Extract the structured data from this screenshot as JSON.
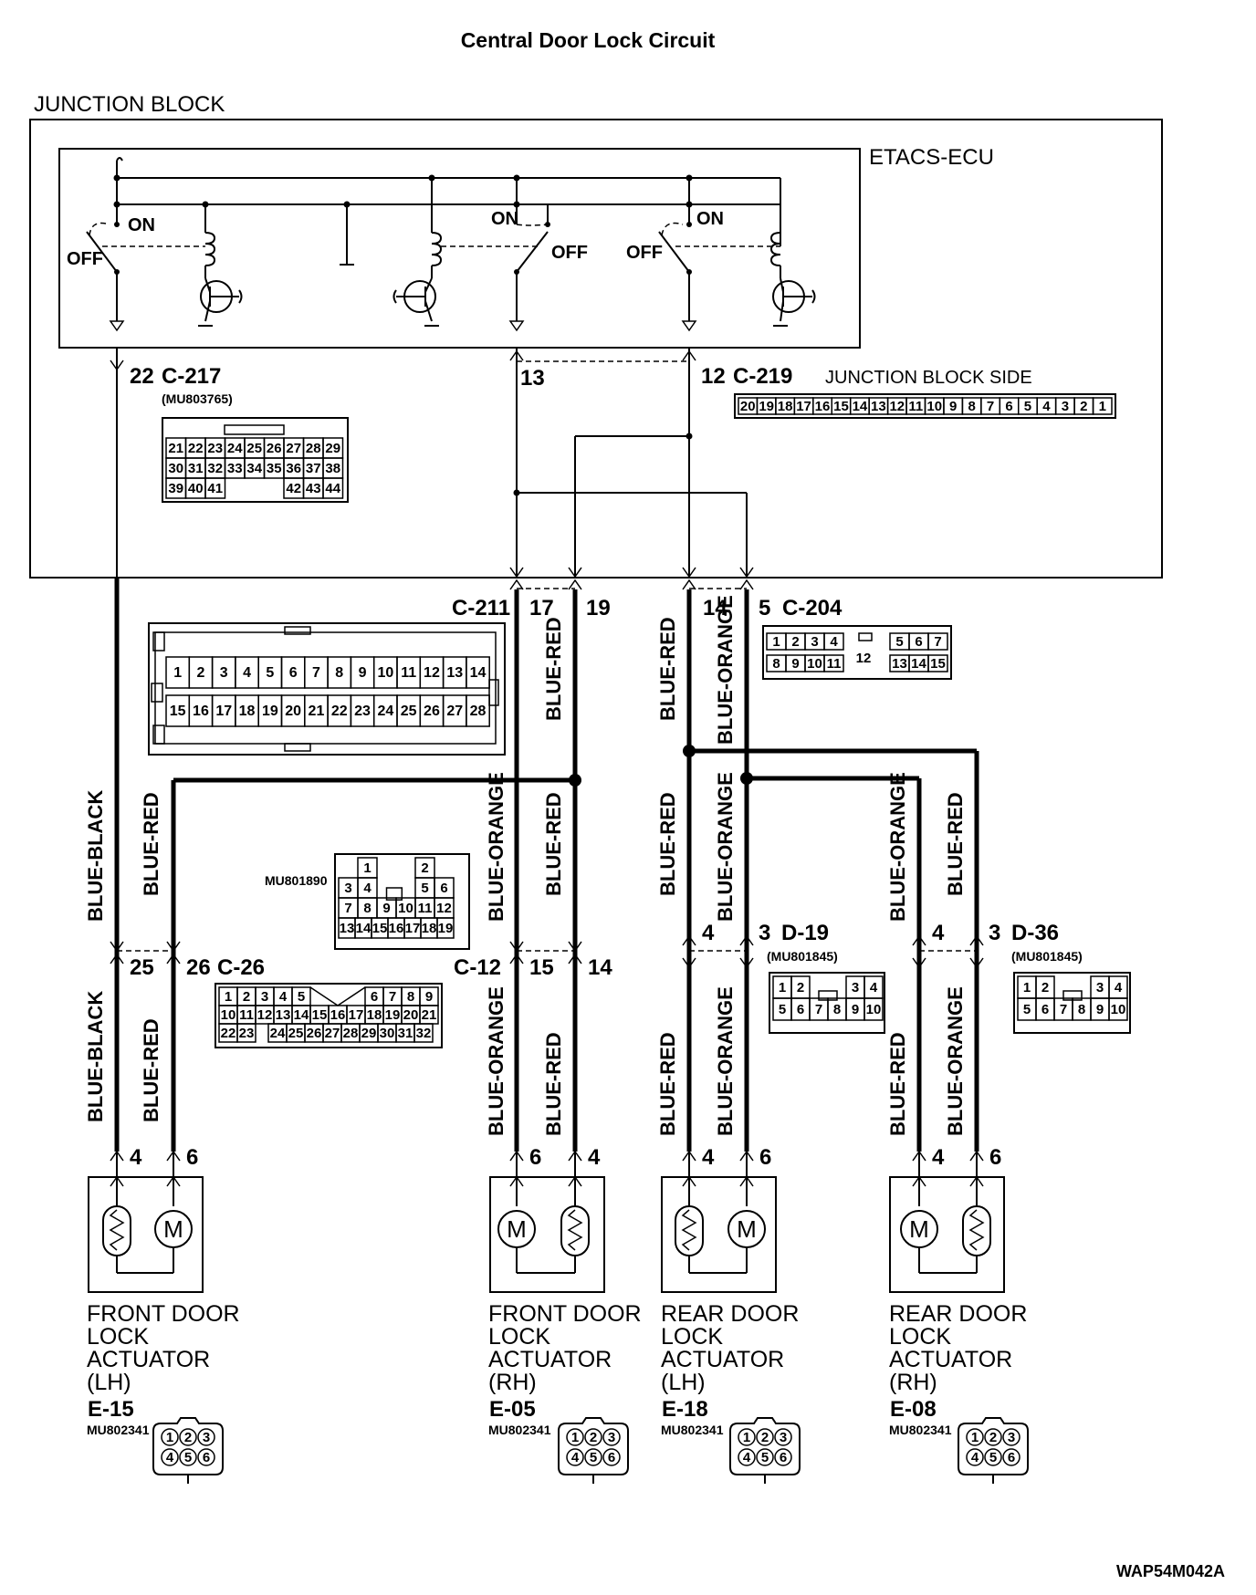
{
  "title": "Central Door Lock Circuit",
  "junction_block_label": "JUNCTION BLOCK",
  "etacs_label": "ETACS-ECU",
  "switch_labels": {
    "on": "ON",
    "off": "OFF"
  },
  "junction_block_side": "JUNCTION BLOCK SIDE",
  "connectors": {
    "c217": {
      "pin": "22",
      "code": "C-217",
      "part": "(MU803765)"
    },
    "c219": {
      "pin13": "13",
      "pin12": "12",
      "code": "C-219"
    },
    "c211": {
      "code": "C-211",
      "pin17": "17",
      "pin19": "19"
    },
    "c204": {
      "pin14": "14",
      "pin5": "5",
      "code": "C-204"
    },
    "c26": {
      "pin25": "25",
      "pin26": "26",
      "code": "C-26"
    },
    "c12": {
      "code": "C-12",
      "pin15": "15",
      "pin14": "14"
    },
    "d19": {
      "pin4": "4",
      "pin3": "3",
      "code": "D-19",
      "part": "(MU801845)"
    },
    "d36": {
      "pin4": "4",
      "pin3": "3",
      "code": "D-36",
      "part": "(MU801845)"
    },
    "mu801890": "MU801890"
  },
  "grids": {
    "c217": [
      [
        "21",
        "22",
        "23",
        "24",
        "25",
        "26",
        "27",
        "28",
        "29"
      ],
      [
        "30",
        "31",
        "32",
        "33",
        "34",
        "35",
        "36",
        "37",
        "38"
      ],
      [
        "39",
        "40",
        "41",
        "",
        "",
        "",
        "42",
        "43",
        "44"
      ]
    ],
    "c219": [
      "20",
      "19",
      "18",
      "17",
      "16",
      "15",
      "14",
      "13",
      "12",
      "11",
      "10",
      "9",
      "8",
      "7",
      "6",
      "5",
      "4",
      "3",
      "2",
      "1"
    ],
    "c211": [
      [
        "1",
        "2",
        "3",
        "4",
        "5",
        "6",
        "7",
        "8",
        "9",
        "10",
        "11",
        "12",
        "13",
        "14"
      ],
      [
        "15",
        "16",
        "17",
        "18",
        "19",
        "20",
        "21",
        "22",
        "23",
        "24",
        "25",
        "26",
        "27",
        "28"
      ]
    ],
    "c204": {
      "row1": [
        "1",
        "2",
        "3",
        "4",
        "5",
        "6",
        "7"
      ],
      "row2": [
        "8",
        "9",
        "10",
        "11",
        "13",
        "14",
        "15"
      ],
      "center": "12"
    },
    "mu801890": [
      "1",
      "2",
      "3",
      "4",
      "5",
      "6",
      "7",
      "8",
      "9",
      "10",
      "11",
      "12",
      "13",
      "14",
      "15",
      "16",
      "17",
      "18",
      "19"
    ],
    "c26": [
      [
        "1",
        "2",
        "3",
        "4",
        "5",
        "6",
        "7",
        "8",
        "9"
      ],
      [
        "10",
        "11",
        "12",
        "13",
        "14",
        "15",
        "16",
        "17",
        "18",
        "19",
        "20",
        "21"
      ],
      [
        "22",
        "23",
        "24",
        "25",
        "26",
        "27",
        "28",
        "29",
        "30",
        "31",
        "32"
      ]
    ],
    "d19": [
      [
        "1",
        "2",
        "3",
        "4"
      ],
      [
        "5",
        "6",
        "7",
        "8",
        "9",
        "10"
      ]
    ],
    "d36": [
      [
        "1",
        "2",
        "3",
        "4"
      ],
      [
        "5",
        "6",
        "7",
        "8",
        "9",
        "10"
      ]
    ],
    "e_conn": [
      "1",
      "2",
      "3",
      "4",
      "5",
      "6"
    ]
  },
  "wires": {
    "blue_black": "BLUE-BLACK",
    "blue_red": "BLUE-RED",
    "blue_orange": "BLUE-ORANGE"
  },
  "actuators": [
    {
      "pins": [
        "4",
        "6"
      ],
      "name": [
        "FRONT DOOR",
        "LOCK",
        "ACTUATOR",
        "(LH)"
      ],
      "code": "E-15",
      "part": "MU802341"
    },
    {
      "pins": [
        "6",
        "4"
      ],
      "name": [
        "FRONT DOOR",
        "LOCK",
        "ACTUATOR",
        "(RH)"
      ],
      "code": "E-05",
      "part": "MU802341"
    },
    {
      "pins": [
        "4",
        "6"
      ],
      "name": [
        "REAR DOOR",
        "LOCK",
        "ACTUATOR",
        "(LH)"
      ],
      "code": "E-18",
      "part": "MU802341"
    },
    {
      "pins": [
        "4",
        "6"
      ],
      "name": [
        "REAR DOOR",
        "LOCK",
        "ACTUATOR",
        "(RH)"
      ],
      "code": "E-08",
      "part": "MU802341"
    }
  ],
  "figure_code": "WAP54M042A"
}
